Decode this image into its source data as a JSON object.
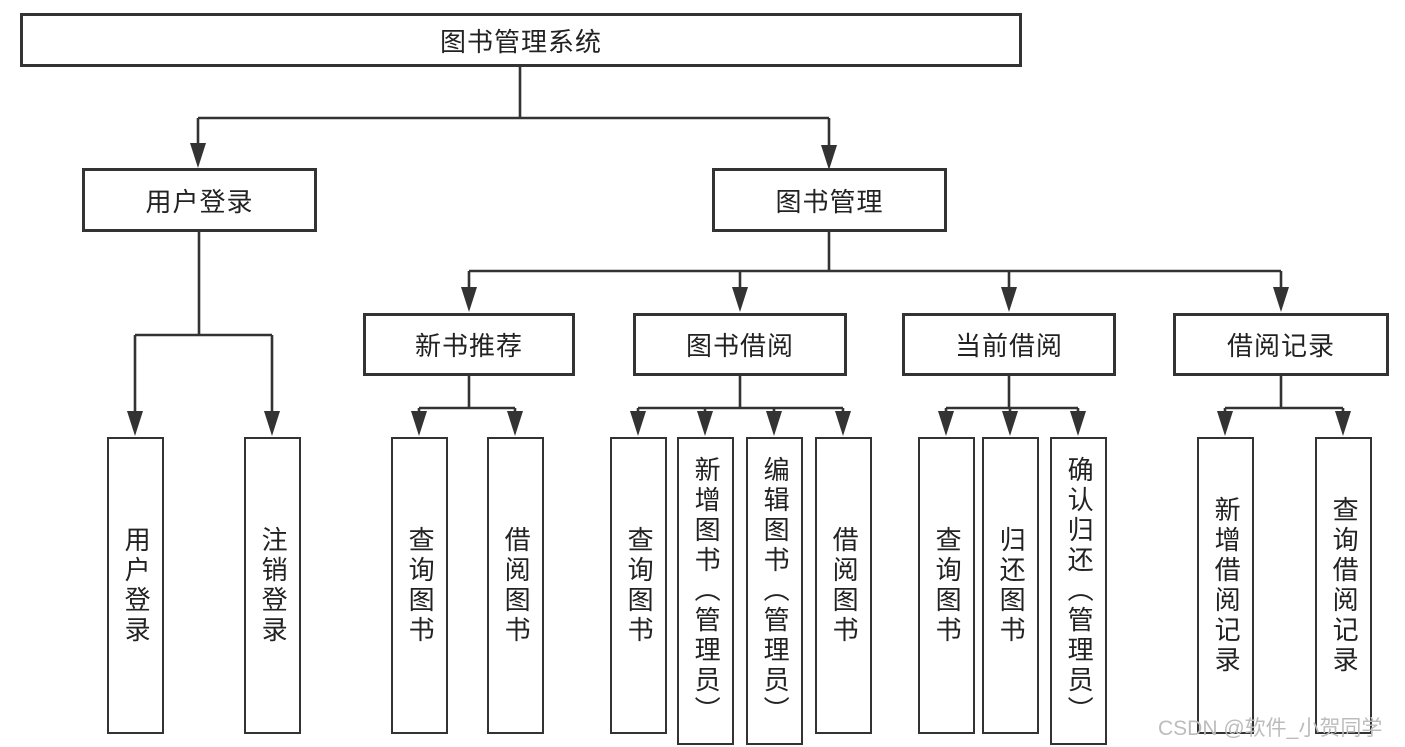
{
  "diagram": {
    "root_label": "图书管理系统",
    "branches": [
      {
        "label": "用户登录",
        "children": [
          {
            "label": "用户登录"
          },
          {
            "label": "注销登录"
          }
        ]
      },
      {
        "label": "图书管理",
        "children": [
          {
            "label": "新书推荐",
            "children": [
              {
                "label": "查询图书"
              },
              {
                "label": "借阅图书"
              }
            ]
          },
          {
            "label": "图书借阅",
            "children": [
              {
                "label": "查询图书"
              },
              {
                "label": "新增图书（管理员）"
              },
              {
                "label": "编辑图书（管理员）"
              },
              {
                "label": "借阅图书"
              }
            ]
          },
          {
            "label": "当前借阅",
            "children": [
              {
                "label": "查询图书"
              },
              {
                "label": "归还图书"
              },
              {
                "label": "确认归还（管理员）"
              }
            ]
          },
          {
            "label": "借阅记录",
            "children": [
              {
                "label": "新增借阅记录"
              },
              {
                "label": "查询借阅记录"
              }
            ]
          }
        ]
      }
    ],
    "watermark": "CSDN @软件_小贺同学",
    "colors": {
      "line": "#333333",
      "box_border": "#333333",
      "text": "#222222",
      "watermark": "#bcbcbc",
      "background": "#ffffff"
    }
  }
}
